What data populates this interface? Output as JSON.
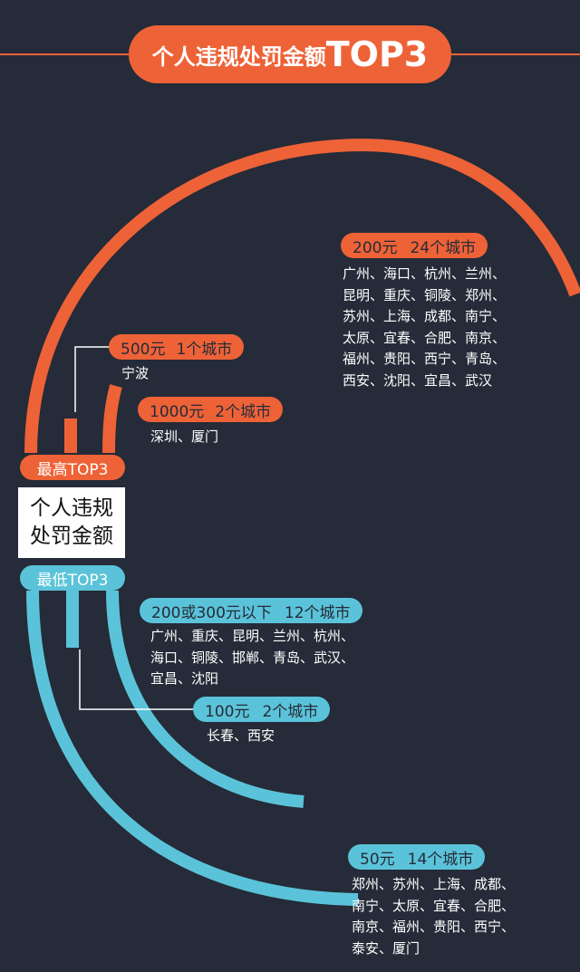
{
  "title": {
    "prefix": "个人违规处罚金额",
    "suffix": "TOP3"
  },
  "center_label": {
    "line1": "个人违规",
    "line2": "处罚金额"
  },
  "highest_label": "最高TOP3",
  "lowest_label": "最低TOP3",
  "highest": [
    {
      "amount": "500元",
      "count": "1个城市",
      "cities": [
        "宁波"
      ]
    },
    {
      "amount": "1000元",
      "count": "2个城市",
      "cities": [
        "深圳、厦门"
      ]
    },
    {
      "amount": "200元",
      "count": "24个城市",
      "cities": [
        "广州、海口、杭州、兰州、",
        "昆明、重庆、铜陵、郑州、",
        "苏州、上海、成都、南宁、",
        "太原、宜春、合肥、南京、",
        "福州、贵阳、西宁、青岛、",
        "西安、沈阳、宜昌、武汉"
      ]
    }
  ],
  "lowest": [
    {
      "amount": "200或300元以下",
      "count": "12个城市",
      "cities": [
        "广州、重庆、昆明、兰州、杭州、",
        "海口、铜陵、邯郸、青岛、武汉、",
        "宜昌、沈阳"
      ]
    },
    {
      "amount": "100元",
      "count": "2个城市",
      "cities": [
        "长春、西安"
      ]
    },
    {
      "amount": "50元",
      "count": "14个城市",
      "cities": [
        "郑州、苏州、上海、成都、",
        "南宁、太原、宜春、合肥、",
        "南京、福州、贵阳、西宁、",
        "泰安、厦门"
      ]
    }
  ],
  "colors": {
    "background": "#252b38",
    "orange": "#ee6237",
    "blue": "#5bc3d9",
    "white": "#ffffff"
  }
}
